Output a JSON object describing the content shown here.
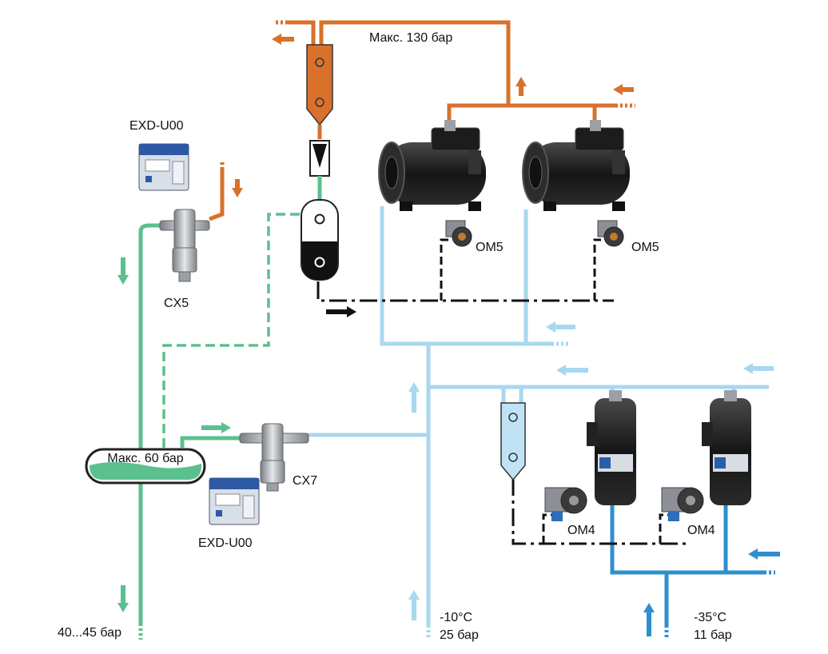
{
  "labels": {
    "max_high": "Макс. 130 бар",
    "receiver": "Макс. 60 бар",
    "exd_top": "EXD-U00",
    "exd_bottom": "EXD-U00",
    "cx5": "CX5",
    "cx7": "CX7",
    "om5_left": "OM5",
    "om5_right": "OM5",
    "om4_left": "OM4",
    "om4_right": "OM4",
    "bottom_left": "40...45 бар",
    "mid_temp": "-10°C\n25 бар",
    "low_temp": "-35°C\n11 бар"
  },
  "colors": {
    "hot_gas": "#d9712b",
    "liquid": "#5cc08e",
    "medium_suction": "#a8d8ef",
    "low_suction": "#2e8fcf",
    "oil_line": "#111111"
  },
  "icons": [
    "compressor-icon",
    "scroll-compressor-icon",
    "valve-icon",
    "controller-icon",
    "oil-manager-icon",
    "oil-separator-icon",
    "receiver-icon",
    "flow-arrow-icon"
  ]
}
